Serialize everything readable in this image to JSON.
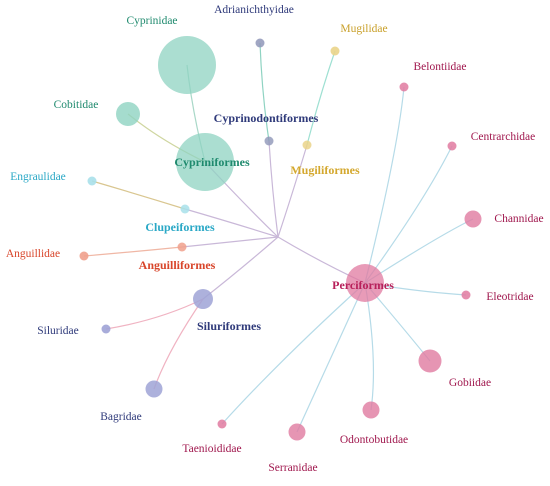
{
  "diagram": {
    "type": "radial-tree",
    "orders": [
      {
        "id": "cypriniformes",
        "label": "Cypriniformes",
        "color": "#3aa88c",
        "families": [
          {
            "id": "cyprinidae",
            "label": "Cyprinidae"
          },
          {
            "id": "cobitidae",
            "label": "Cobitidae"
          }
        ]
      },
      {
        "id": "cyprinodontiformes",
        "label": "Cyprinodontiformes",
        "color": "#2f3a7a",
        "families": [
          {
            "id": "adrianichthyidae",
            "label": "Adrianichthyidae"
          }
        ]
      },
      {
        "id": "mugiliformes",
        "label": "Mugiliformes",
        "color": "#d4a82e",
        "families": [
          {
            "id": "mugilidae",
            "label": "Mugilidae"
          }
        ]
      },
      {
        "id": "clupeiformes",
        "label": "Clupeiformes",
        "color": "#3ab5cf",
        "families": [
          {
            "id": "engraulidae",
            "label": "Engraulidae"
          }
        ]
      },
      {
        "id": "anguilliformes",
        "label": "Anguilliformes",
        "color": "#d8452a",
        "families": [
          {
            "id": "anguillidae",
            "label": "Anguillidae"
          }
        ]
      },
      {
        "id": "siluriformes",
        "label": "Siluriformes",
        "color": "#3a3f88",
        "families": [
          {
            "id": "siluridae",
            "label": "Siluridae"
          },
          {
            "id": "bagridae",
            "label": "Bagridae"
          }
        ]
      },
      {
        "id": "perciformes",
        "label": "Perciformes",
        "color": "#b8205a",
        "families": [
          {
            "id": "belontiidae",
            "label": "Belontiidae"
          },
          {
            "id": "centrarchidae",
            "label": "Centrarchidae"
          },
          {
            "id": "channidae",
            "label": "Channidae"
          },
          {
            "id": "eleotridae",
            "label": "Eleotridae"
          },
          {
            "id": "gobiidae",
            "label": "Gobiidae"
          },
          {
            "id": "odontobutidae",
            "label": "Odontobutidae"
          },
          {
            "id": "serranidae",
            "label": "Serranidae"
          },
          {
            "id": "taenioididae",
            "label": "Taenioididae"
          }
        ]
      }
    ]
  }
}
